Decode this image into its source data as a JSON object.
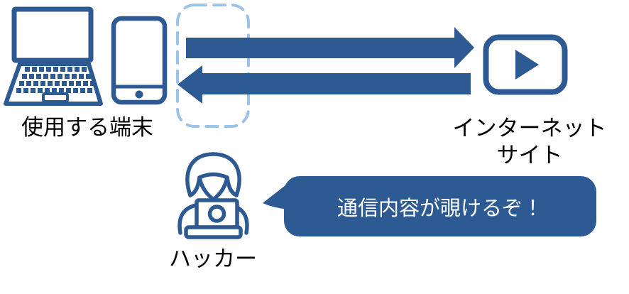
{
  "colors": {
    "primary": "#2E5A94",
    "dash": "#9DC3E6",
    "label": "#000000",
    "bubbletext": "#FFFFFF",
    "bg": "#FFFFFF"
  },
  "labels": {
    "device": "使用する端末",
    "site_line1": "インターネット",
    "site_line2": "サイト",
    "hacker": "ハッカー"
  },
  "bubble": {
    "text": "通信内容が覗けるぞ！"
  },
  "icons": {
    "device": [
      "laptop-icon",
      "smartphone-icon"
    ],
    "interception": "dashed-interception-box",
    "arrows": [
      "request-arrow-icon",
      "response-arrow-icon"
    ],
    "site": "video-play-icon",
    "attacker": "hacker-icon"
  }
}
